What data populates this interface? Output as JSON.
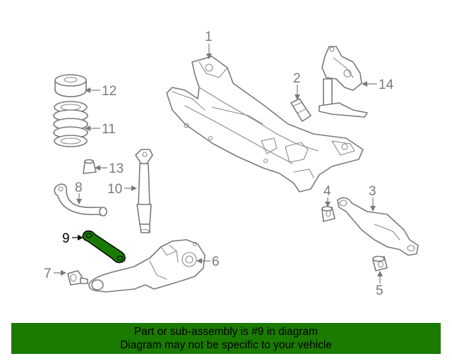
{
  "callouts": [
    {
      "id": "1",
      "label": "1"
    },
    {
      "id": "2",
      "label": "2"
    },
    {
      "id": "3",
      "label": "3"
    },
    {
      "id": "4",
      "label": "4"
    },
    {
      "id": "5",
      "label": "5"
    },
    {
      "id": "6",
      "label": "6"
    },
    {
      "id": "7",
      "label": "7"
    },
    {
      "id": "8",
      "label": "8"
    },
    {
      "id": "9",
      "label": "9"
    },
    {
      "id": "10",
      "label": "10"
    },
    {
      "id": "11",
      "label": "11"
    },
    {
      "id": "12",
      "label": "12"
    },
    {
      "id": "13",
      "label": "13"
    },
    {
      "id": "14",
      "label": "14"
    }
  ],
  "highlighted_part": "9",
  "colors": {
    "highlight": "#1b7a00",
    "linework": "#7a7a7a"
  },
  "banner": {
    "line1": "Part or sub-assembly is #9 in diagram",
    "line2": "Diagram may not be specific to your vehicle"
  }
}
